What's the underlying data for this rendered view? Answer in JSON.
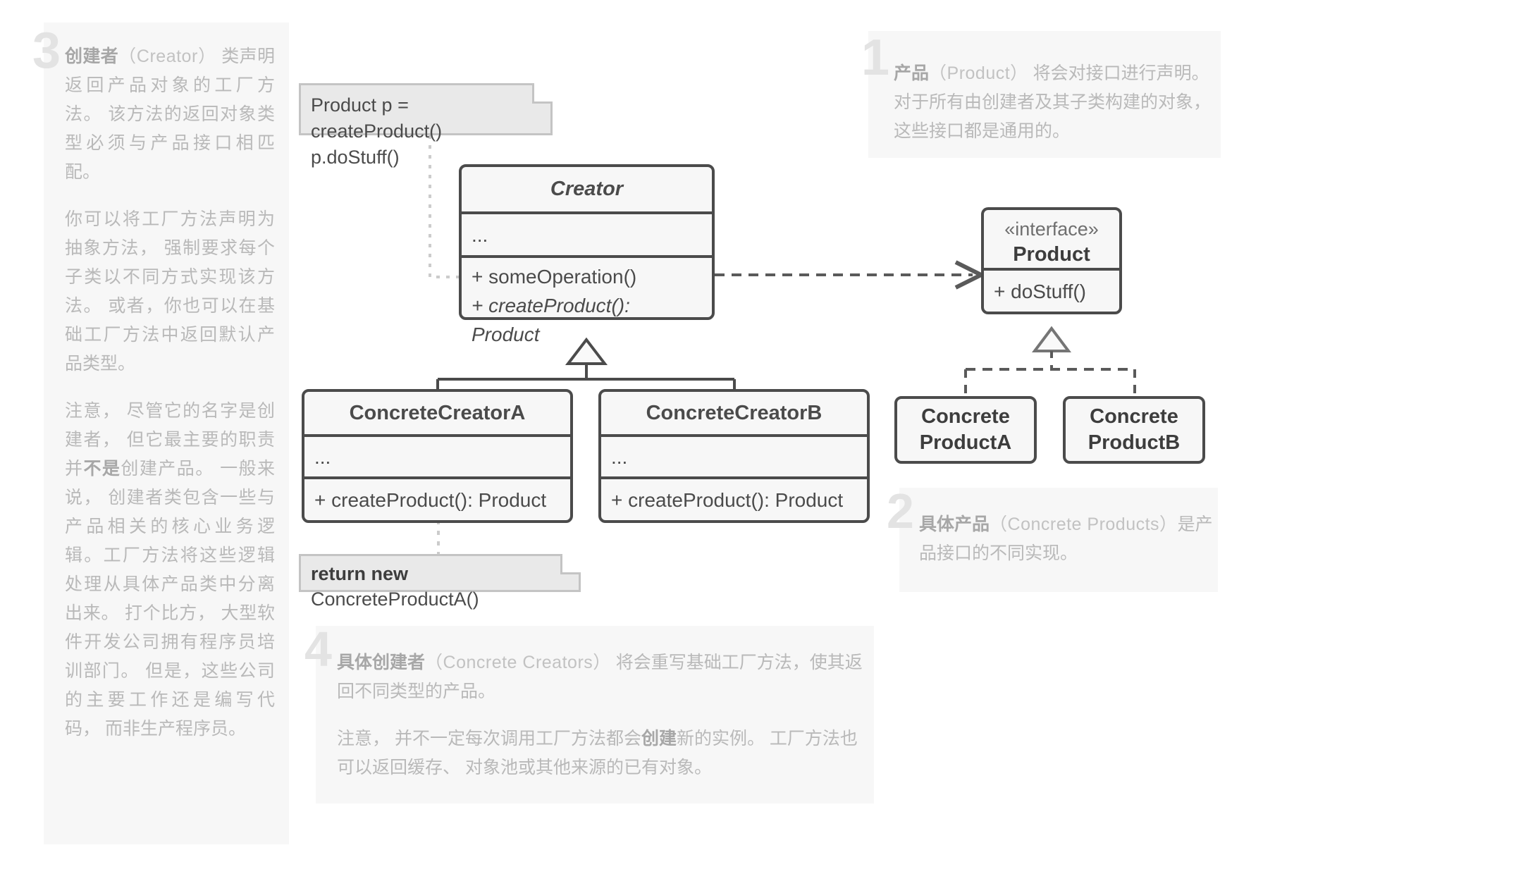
{
  "diagram": {
    "title": "Factory Method Pattern UML",
    "colors": {
      "box_fill": "#f7f7f7",
      "box_stroke": "#4b4b4b",
      "note_fill": "#e9e9e9",
      "note_stroke": "#c4c4c4",
      "annotation_text": "#b9b9b9",
      "annotation_number": "#e3e3e3",
      "panel_bg": "#f7f7f7"
    }
  },
  "annotations": [
    {
      "number": "1",
      "term_zh": "产品",
      "term_en": "（Product）",
      "text": " 将会对接口进行声明。 对于所有由创建者及其子类构建的对象，这些接口都是通用的。"
    },
    {
      "number": "2",
      "term_zh": "具体产品",
      "term_en": "（Concrete Products）",
      "text": "是产品接口的不同实现。"
    },
    {
      "number": "3",
      "term_zh": "创建者",
      "term_en": "（Creator）",
      "p1_rest": " 类声明返回产品对象的工厂方法。 该方法的返回对象类型必须与产品接口相匹配。",
      "p2": "你可以将工厂方法声明为抽象方法， 强制要求每个子类以不同方式实现该方法。 或者，你也可以在基础工厂方法中返回默认产品类型。",
      "p3_a": "注意， 尽管它的名字是创建者， 但它最主要的职责并",
      "p3_bold": "不是",
      "p3_b": "创建产品。 一般来说， 创建者类包含一些与产品相关的核心业务逻辑。工厂方法将这些逻辑处理从具体产品类中分离出来。 打个比方， 大型软件开发公司拥有程序员培训部门。 但是，这些公司的主要工作还是编写代码， 而非生产程序员。"
    },
    {
      "number": "4",
      "term_zh": "具体创建者",
      "term_en": "（Concrete Creators）",
      "p1_rest": " 将会重写基础工厂方法，使其返回不同类型的产品。",
      "p2_a": "注意， 并不一定每次调用工厂方法都会",
      "p2_bold": "创建",
      "p2_b": "新的实例。 工厂方法也可以返回缓存、 对象池或其他来源的已有对象。"
    }
  ],
  "classes": {
    "creator": {
      "name": "Creator",
      "attributes": "...",
      "methods": [
        "+ someOperation()",
        "+ createProduct(): Product"
      ]
    },
    "product": {
      "stereotype": "«interface»",
      "name": "Product",
      "methods": [
        "+ doStuff()"
      ]
    },
    "concrete_creator_a": {
      "name": "ConcreteCreatorA",
      "attributes": "...",
      "methods": [
        "+ createProduct(): Product"
      ]
    },
    "concrete_creator_b": {
      "name": "ConcreteCreatorB",
      "attributes": "...",
      "methods": [
        "+ createProduct(): Product"
      ]
    },
    "concrete_product_a": {
      "line1": "Concrete",
      "line2": "ProductA"
    },
    "concrete_product_b": {
      "line1": "Concrete",
      "line2": "ProductB"
    }
  },
  "notes": {
    "creator_code": {
      "line1": "Product p = createProduct()",
      "line2": "p.doStuff()"
    },
    "return_code": {
      "bold": "return new",
      "rest": " ConcreteProductA()"
    }
  }
}
